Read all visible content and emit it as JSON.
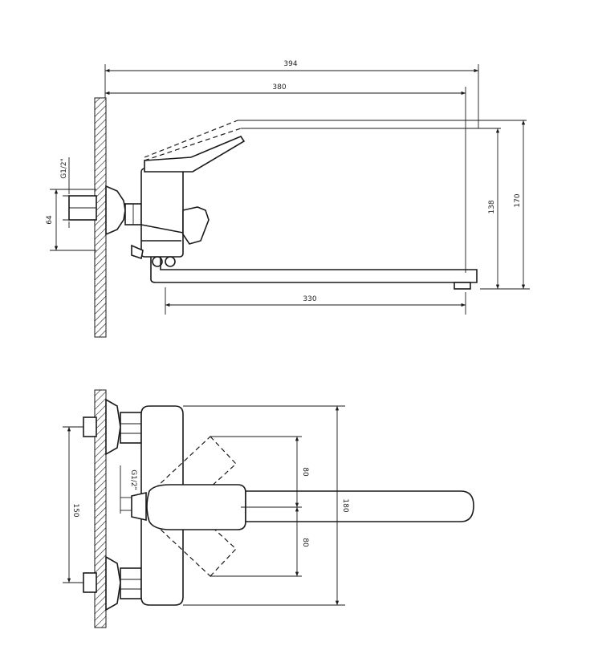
{
  "dimensions": {
    "top_view": {
      "overall_length": "394",
      "spout_length": "380",
      "spout_reach": "330",
      "inlet_spacing": "64",
      "thread_size": "G1/2\"",
      "spout_height": "138",
      "overall_height": "170"
    },
    "front_view": {
      "inlet_spacing": "150",
      "thread_size": "G1/2\"",
      "handle_offset_upper": "80",
      "handle_offset_lower": "80",
      "body_depth": "180"
    }
  }
}
